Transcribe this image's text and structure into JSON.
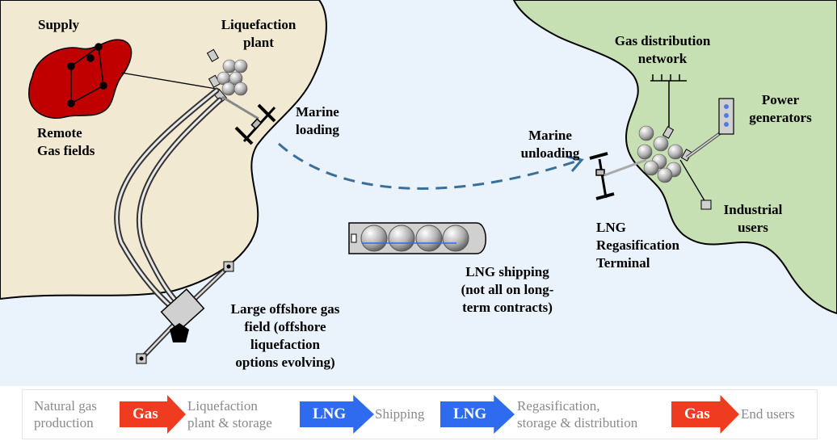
{
  "labels": {
    "supply": "Supply",
    "liquefaction_line1": "Liquefaction",
    "liquefaction_line2": "plant",
    "remote_line1": "Remote",
    "remote_line2": "Gas fields",
    "marine_loading_line1": "Marine",
    "marine_loading_line2": "loading",
    "gas_network_line1": "Gas distribution",
    "gas_network_line2": "network",
    "power_line1": "Power",
    "power_line2": "generators",
    "marine_unloading_line1": "Marine",
    "marine_unloading_line2": "unloading",
    "industrial_line1": "Industrial",
    "industrial_line2": "users",
    "regas_line1": "LNG",
    "regas_line2": "Regasification",
    "regas_line3": "Terminal",
    "shipping_line1": "LNG shipping",
    "shipping_line2": "(not all on long-",
    "shipping_line3": "term contracts)",
    "offshore_line1": "Large offshore gas",
    "offshore_line2": "field (offshore",
    "offshore_line3": "liquefaction",
    "offshore_line4": "options evolving)"
  },
  "flow": {
    "step1_line1": "Natural gas",
    "step1_line2": "production",
    "arrow1": "Gas",
    "step2_line1": "Liquefaction",
    "step2_line2": "plant & storage",
    "arrow2": "LNG",
    "step3": "Shipping",
    "arrow3": "LNG",
    "step4_line1": "Regasification,",
    "step4_line2": "storage & distribution",
    "arrow4": "Gas",
    "step5": "End users"
  },
  "colors": {
    "sea": "#eaf2fb",
    "supply_land": "#f1e9d2",
    "demand_land": "#c6e0b4",
    "gas_field": "#c00000",
    "gas_arrow": "#ef3b1f",
    "lng_arrow": "#2f6bef",
    "route": "#3a6f9a"
  }
}
